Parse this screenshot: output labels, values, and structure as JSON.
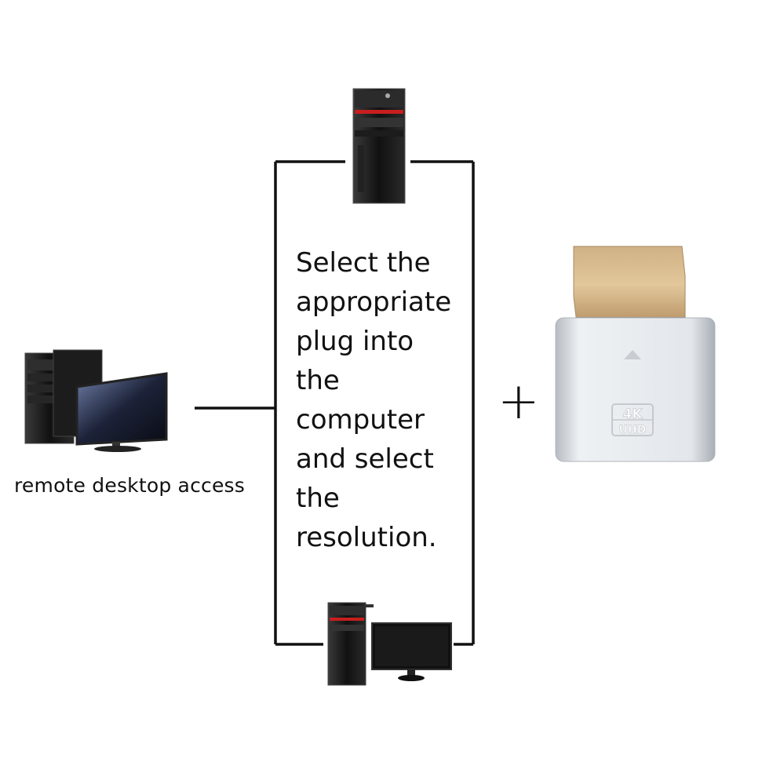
{
  "labels": {
    "remote_access": "remote desktop access",
    "instruction": "Select the\nappropriate\nplug into\nthe\ncomputer\nand select\nthe\nresolution.",
    "plus": "+"
  },
  "adapter": {
    "badge_top": "4K",
    "badge_bottom": "UHD"
  },
  "colors": {
    "line": "#111111",
    "connector_gold": "#d8b88a",
    "adapter_silver": "#d9dde2",
    "tower_black": "#141414",
    "tower_red": "#c81e1e"
  }
}
